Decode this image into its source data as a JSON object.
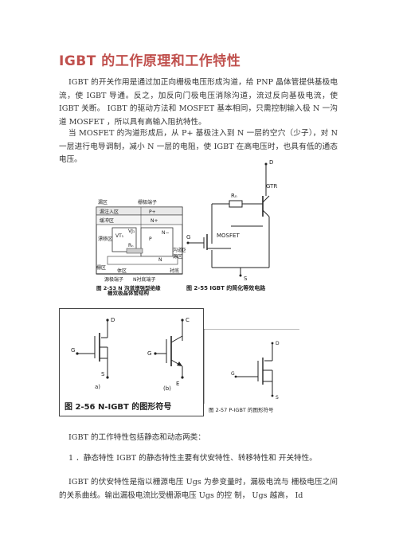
{
  "title": "IGBT 的工作原理和工作特性",
  "paragraphs": {
    "p1": "IGBT 的开关作用是通过加正向栅极电压形成沟道，给 PNP 晶体管提供基极电流，使 IGBT 导通。反之，加反向门极电压消除沟道，流过反向基极电流，使 IGBT 关断。 IGBT 的驱动方法和 MOSFET 基本相同，只需控制输入极 N 一沟道 MOSFET ，所以具有高输入阻抗特性。",
    "p2": "当 MOSFET 的沟道形成后，从 P+ 基极注入到 N 一层的空穴（少子），对 N 一层进行电导调制，减小 N 一层的电阻，使 IGBT 在高电压时，也具有低的通态电压。",
    "p3": "IGBT 的工作特性包括静态和动态两类：",
    "p4": "1 ．静态特性 IGBT 的静态特性主要有伏安特性、转移特性和 开关特性。",
    "p5": "IGBT 的伏安特性是指以栅源电压 Ugs 为参变量时，漏极电流与 栅极电压之间的关系曲线。输出漏极电流比受栅源电压 Ugs 的控 制， Ugs 越高， Id"
  },
  "figures": {
    "structure": {
      "caption_line1": "图 2-53  N 沟道增强型绝缘",
      "caption_line2": "栅双极晶体管结构",
      "labels": {
        "emitter_region": "漏区",
        "gate_terminal": "栅极端子",
        "injection_region": "漏注入区",
        "buffer_region": "缓冲区",
        "p_plus": "P+",
        "n_plus": "N+",
        "n_minus": "N−",
        "p": "P",
        "vt1": "VT₁",
        "vj1": "VJ₁",
        "rn": "Rₙ",
        "n": "N",
        "drift_region": "漂移区",
        "channel_region": "沟道区",
        "source_region": "源区",
        "body_region": "体区",
        "gate_region": "栅区",
        "source_terminal": "源极端子",
        "n_substrate": "N衬底端子",
        "substrate": "衬底"
      }
    },
    "equivalent": {
      "caption": "图 2-55  IGBT 的简化等效电路",
      "labels": {
        "drain": "D",
        "gtr": "GTR",
        "rn": "Rₙ",
        "gate": "G",
        "mosfet": "MOSFET",
        "source": "S"
      }
    },
    "nsymbol": {
      "caption": "图 2-56  N-IGBT 的图形符号",
      "labels": {
        "d": "D",
        "g": "G",
        "s": "S",
        "c": "C",
        "g2": "G",
        "e": "E",
        "a": "a)",
        "b": "(b)"
      }
    },
    "psymbol": {
      "caption": "图 2-57  P-IGBT 的图形符号",
      "labels": {
        "d": "D",
        "g": "G",
        "s": "S"
      }
    }
  }
}
